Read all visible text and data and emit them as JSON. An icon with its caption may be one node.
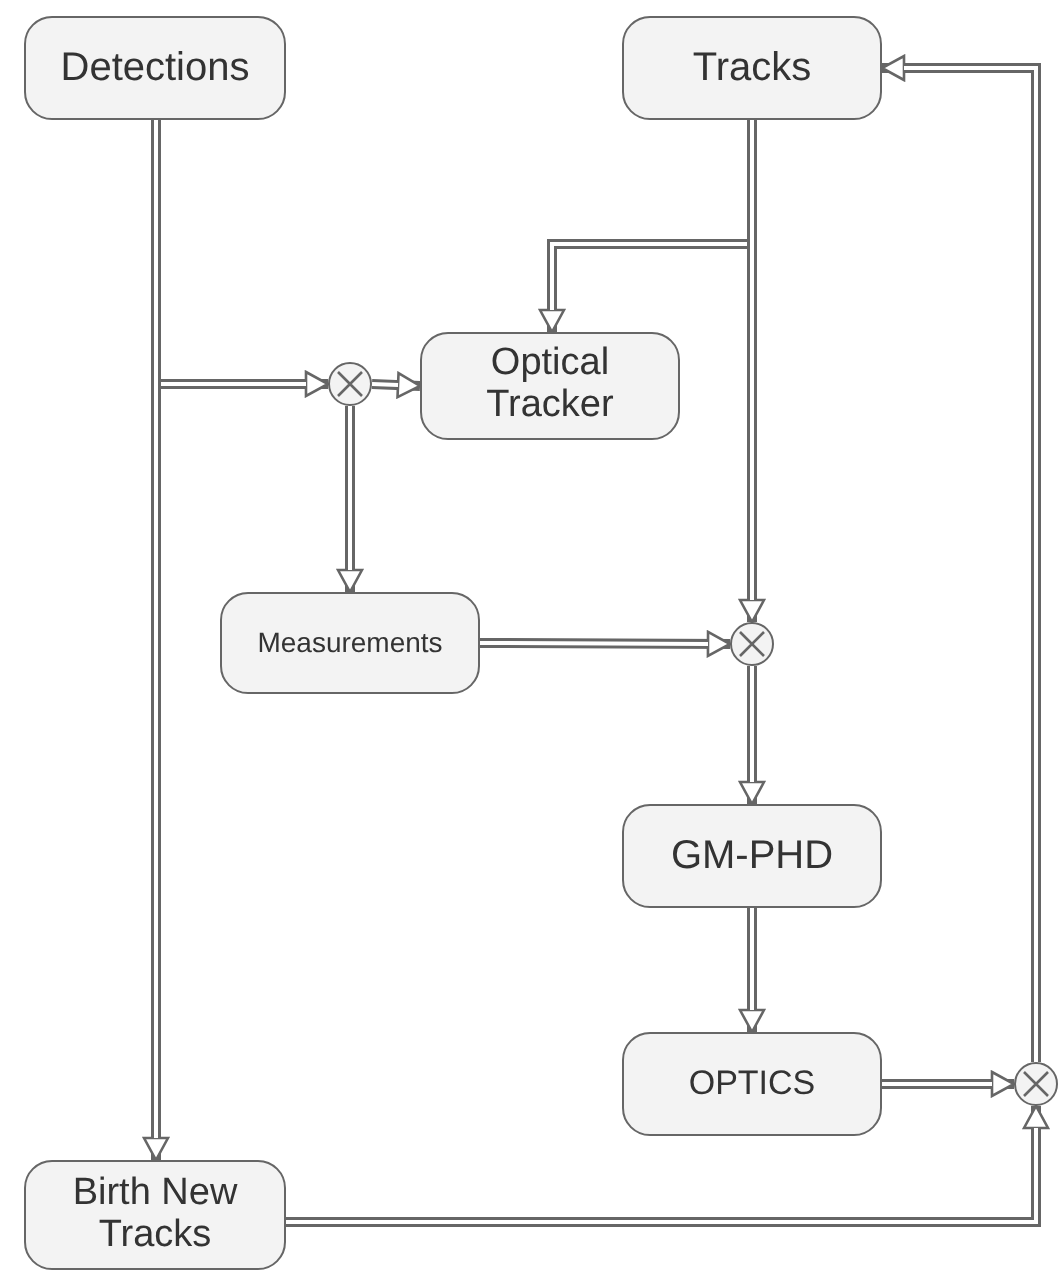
{
  "diagram": {
    "nodes": [
      {
        "text": [
          "Detections"
        ]
      },
      {
        "text": [
          "Tracks"
        ]
      },
      {
        "text": [],
        "shape": "circle"
      },
      {
        "text": [
          "Optical Tracker"
        ]
      },
      {
        "text": [
          "Measurements"
        ]
      },
      {
        "text": [],
        "shape": "circle"
      },
      {
        "text": [
          "GM-PHD"
        ]
      },
      {
        "text": [
          "OPTICS"
        ]
      },
      {
        "text": [],
        "shape": "circle"
      },
      {
        "text": [
          "Birth New Tracks"
        ]
      }
    ],
    "edges": [
      {
        "from": 0,
        "to": 2,
        "arrow": "to"
      },
      {
        "from": 0,
        "to": 9,
        "arrow": "to"
      },
      {
        "from": 1,
        "to": 3,
        "arrow": "to"
      },
      {
        "from": 1,
        "to": 5,
        "arrow": "to"
      },
      {
        "from": 2,
        "to": 3,
        "arrow": "to"
      },
      {
        "from": 2,
        "to": 4,
        "arrow": "to"
      },
      {
        "from": 4,
        "to": 5,
        "arrow": "to"
      },
      {
        "from": 5,
        "to": 6,
        "arrow": "to"
      },
      {
        "from": 6,
        "to": 7,
        "arrow": "to"
      },
      {
        "from": 7,
        "to": 8,
        "arrow": "to"
      },
      {
        "from": 9,
        "to": 8,
        "arrow": "to"
      },
      {
        "from": 8,
        "to": 1,
        "arrow": "to"
      }
    ]
  }
}
